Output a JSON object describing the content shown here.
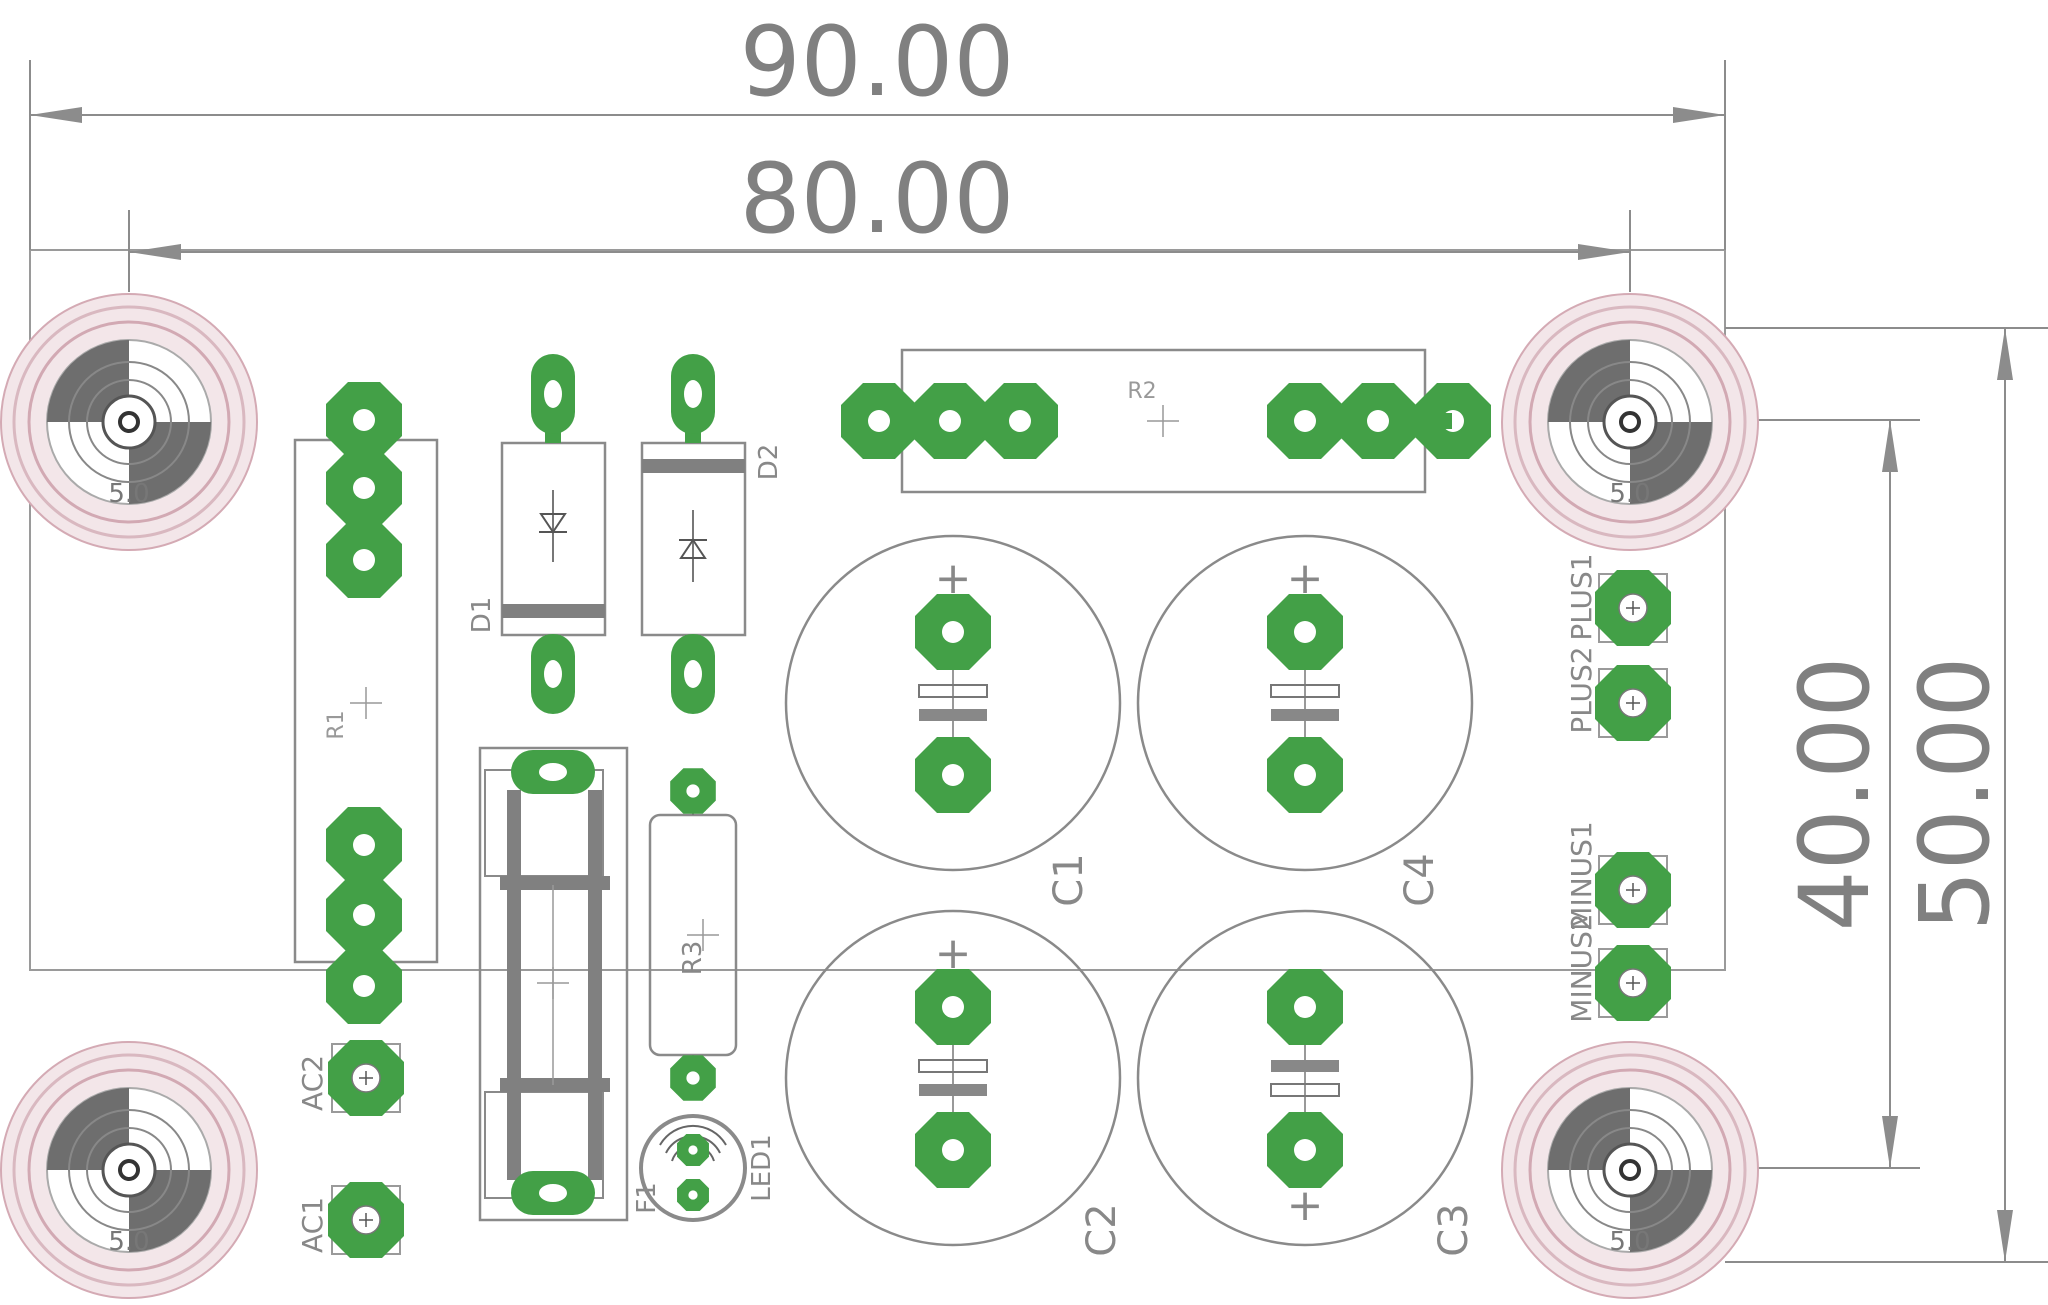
{
  "dimensions": {
    "top_outer": "90.00",
    "top_inner": "80.00",
    "right_inner": "40.00",
    "right_outer": "50.00"
  },
  "holes": {
    "label": "5.0"
  },
  "components": {
    "r1": "R1",
    "r2": "R2",
    "r3": "R3",
    "d1": "D1",
    "d2": "D2",
    "c1": "C1",
    "c2": "C2",
    "c3": "C3",
    "c4": "C4",
    "led1": "LED1",
    "ac1": "AC1",
    "ac2": "AC2",
    "f1": "F1",
    "plus1": "PLUS1",
    "plus2": "PLUS2",
    "minus1": "MINUS1",
    "minus2": "MINUS2"
  },
  "symbols": {
    "plus": "+"
  },
  "colors": {
    "pad": "#43a047",
    "outline": "#8a8a8a",
    "dimension": "#8c8c8c",
    "silk": "#999999",
    "hole_ring": "#d9b8c0",
    "hole_dark": "#6e6e6e"
  }
}
